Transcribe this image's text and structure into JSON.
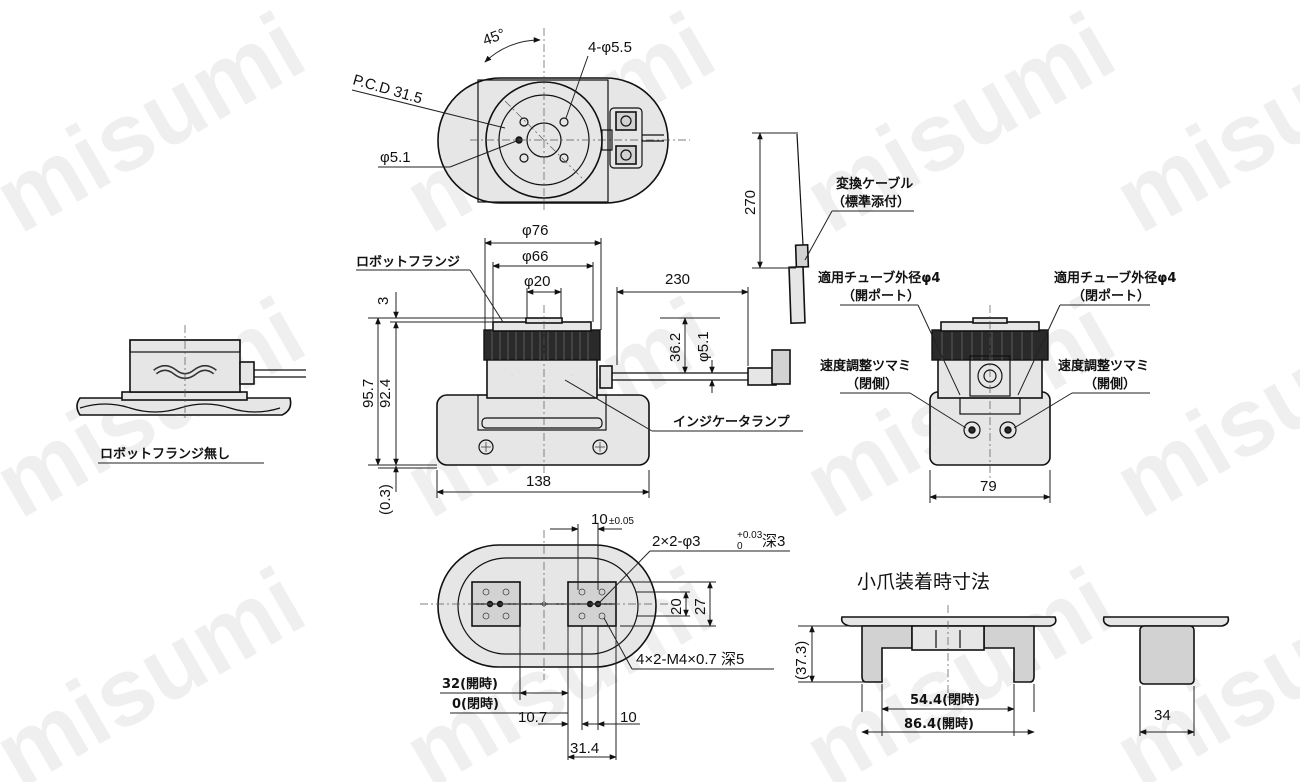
{
  "watermark": "misumi",
  "top_view": {
    "angle": "45°",
    "holes": "4-φ5.5",
    "pcd": "P.C.D 31.5",
    "pin": "φ5.1"
  },
  "front_view": {
    "flange_label": "ロボットフランジ",
    "d76": "φ76",
    "d66": "φ66",
    "d20": "φ20",
    "len230": "230",
    "h3": "3",
    "h957": "95.7",
    "h924": "92.4",
    "h03": "(0.3)",
    "w138": "138",
    "h362": "36.2",
    "d51": "φ5.1",
    "lamp": "インジケータランプ"
  },
  "cable": {
    "len270": "270",
    "label1": "変換ケーブル",
    "label2": "（標準添付）"
  },
  "side_view": {
    "tube_left_1": "適用チューブ外径φ4",
    "tube_left_2": "（開ポート）",
    "tube_right_1": "適用チューブ外径φ4",
    "tube_right_2": "（閉ポート）",
    "speed_left_1": "速度調整ツマミ",
    "speed_left_2": "（閉側）",
    "speed_right_1": "速度調整ツマミ",
    "speed_right_2": "（開側）",
    "w79": "79"
  },
  "no_flange": {
    "label": "ロボットフランジ無し"
  },
  "bottom_view": {
    "d10": "10",
    "d10_tol": "±0.05",
    "pin_holes": "2×2-φ3",
    "pin_tol_upper": "+0.03",
    "pin_tol_lower": "0",
    "pin_depth": "深3",
    "h20": "20",
    "h27": "27",
    "tap_holes": "4×2-M4×0.7 深5",
    "open32": "32(開時)",
    "closed0": "0(閉時)",
    "d107": "10.7",
    "d10b": "10",
    "d314": "31.4"
  },
  "jaw_view": {
    "title": "小爪装着時寸法",
    "h373": "(37.3)",
    "d544": "54.4(閉時)",
    "d864": "86.4(開時)",
    "w34": "34"
  }
}
